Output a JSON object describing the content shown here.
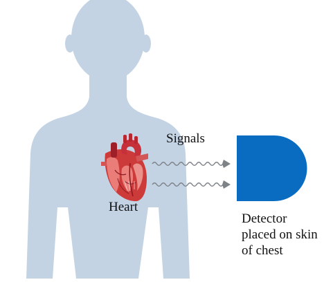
{
  "labels": {
    "signals": "Signals",
    "heart": "Heart",
    "detector_lines": [
      "Detector",
      "placed on skin",
      "of chest"
    ]
  },
  "colors": {
    "body": "#c3d3e4",
    "heart_main": "#cd3a3a",
    "heart_light": "#ef8a84",
    "heart_dark": "#9e1f27",
    "detector": "#0a6cc0",
    "wave": "#7e8388",
    "text": "#111111"
  },
  "icons": {
    "body": "human-torso-silhouette",
    "heart": "anatomical-heart-icon",
    "detector": "d-shaped-detector",
    "signal": "wavy-arrow"
  }
}
